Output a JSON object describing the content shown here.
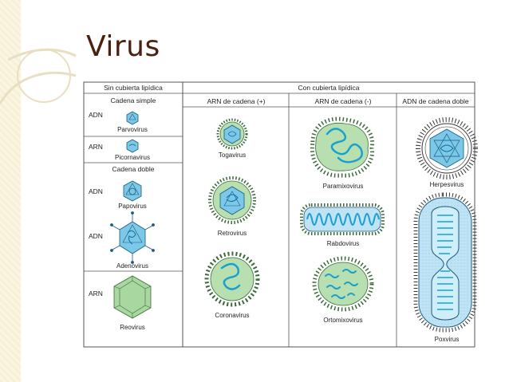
{
  "slide": {
    "title": "Virus",
    "accent_color": "#4a2010"
  },
  "table": {
    "headers": {
      "left": "Sin cubierta lipídica",
      "right": "Con cubierta lipídica"
    },
    "subheaders": {
      "col1": "Cadena simple",
      "col2": "ARN de cadena (+)",
      "col3": "ARN de cadena (-)",
      "col4": "ADN de cadena doble"
    },
    "left_sections": {
      "double_strand": "Cadena doble"
    },
    "genome_labels": {
      "adn_1": "ADN",
      "arn_1": "ARN",
      "adn_2": "ADN",
      "adn_3": "ADN",
      "arn_2": "ARN"
    },
    "viruses": {
      "parvovirus": "Parvovirus",
      "picornavirus": "Picornavirus",
      "papovirus": "Papovirus",
      "adenovirus": "Adenovirus",
      "reovirus": "Reovirus",
      "togavirus": "Togavirus",
      "retrovirus": "Retrovirus",
      "coronavirus": "Coronavirus",
      "paramixovirus": "Paramixovirus",
      "rabdovirus": "Rabdovirus",
      "ortomixovirus": "Ortomixovirus",
      "herpesvirus": "Herpesvirus",
      "poxvirus": "Poxvirus"
    },
    "colors": {
      "capsid_blue": "#7cc8e8",
      "envelope_green": "#b8dfb0",
      "envelope_blue": "#bfe3f4",
      "nucleic_acid": "#1aa0cf"
    }
  }
}
